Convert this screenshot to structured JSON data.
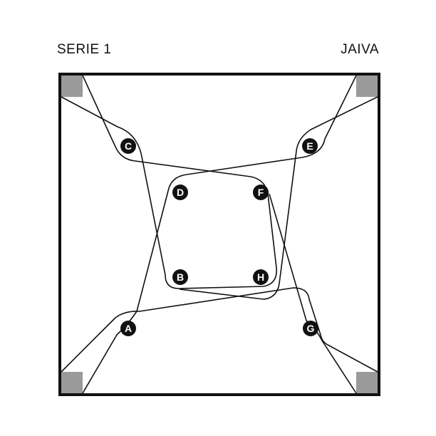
{
  "header": {
    "series": "SERIE 1",
    "brand": "JAIVA"
  },
  "markers": [
    "A",
    "B",
    "C",
    "D",
    "E",
    "F",
    "G",
    "H"
  ],
  "colors": {
    "line": "#111111",
    "corner": "#9a9a9a",
    "marker_fill": "#111111",
    "marker_text": "#ffffff",
    "background": "#ffffff"
  }
}
